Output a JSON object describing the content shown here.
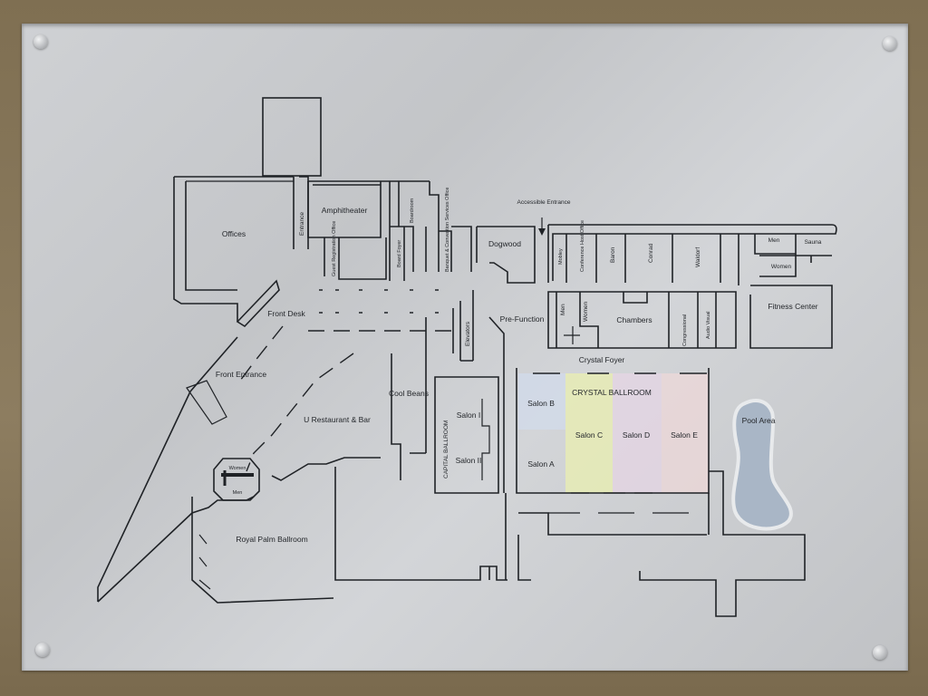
{
  "map": {
    "rooms": {
      "offices": "Offices",
      "entrance": "Entrance",
      "amphitheater": "Amphitheater",
      "boardroom": "Boardroom",
      "guest_registration": "Guest Registration Office",
      "board_foyer": "Board Foyer",
      "banquet_office": "Banquet & Convention Services Office",
      "dogwood": "Dogwood",
      "accessible_entrance": "Accessible Entrance",
      "mobley": "Mobley",
      "conference_host_office": "Conference Host Office",
      "baron": "Baron",
      "conrad": "Conrad",
      "waldorf": "Waldorf",
      "men_fitness": "Men",
      "sauna": "Sauna",
      "women_fitness": "Women",
      "fitness_center": "Fitness Center",
      "front_desk": "Front Desk",
      "elevators": "Elevators",
      "pre_function": "Pre-Function",
      "men_chambers": "Men",
      "women_chambers": "Women",
      "chambers": "Chambers",
      "congressional": "Congressional",
      "audio_visual": "Audio Visual",
      "front_entrance": "Front Entrance",
      "u_restaurant": "U Restaurant & Bar",
      "cool_beans": "Cool Beans",
      "capital_ballroom": "CAPITAL BALLROOM",
      "salon_i": "Salon I",
      "salon_ii": "Salon II",
      "crystal_foyer": "Crystal Foyer",
      "crystal_ballroom": "CRYSTAL BALLROOM",
      "salon_a": "Salon A",
      "salon_b": "Salon B",
      "salon_c": "Salon C",
      "salon_d": "Salon D",
      "salon_e": "Salon E",
      "pool_area": "Pool Area",
      "women_restroom": "Women",
      "men_restroom": "Men",
      "royal_palm_ballroom": "Royal Palm Ballroom"
    },
    "colors": {
      "plate": "#c8cacd",
      "line": "#1f2226",
      "salon_c_tint": "#eaefb0",
      "salon_d_tint": "#e7d6e6",
      "salon_e_tint": "#f0d8d8",
      "salon_b_tint": "#d2dcec",
      "pool_fill": "#a9b6c6"
    }
  }
}
